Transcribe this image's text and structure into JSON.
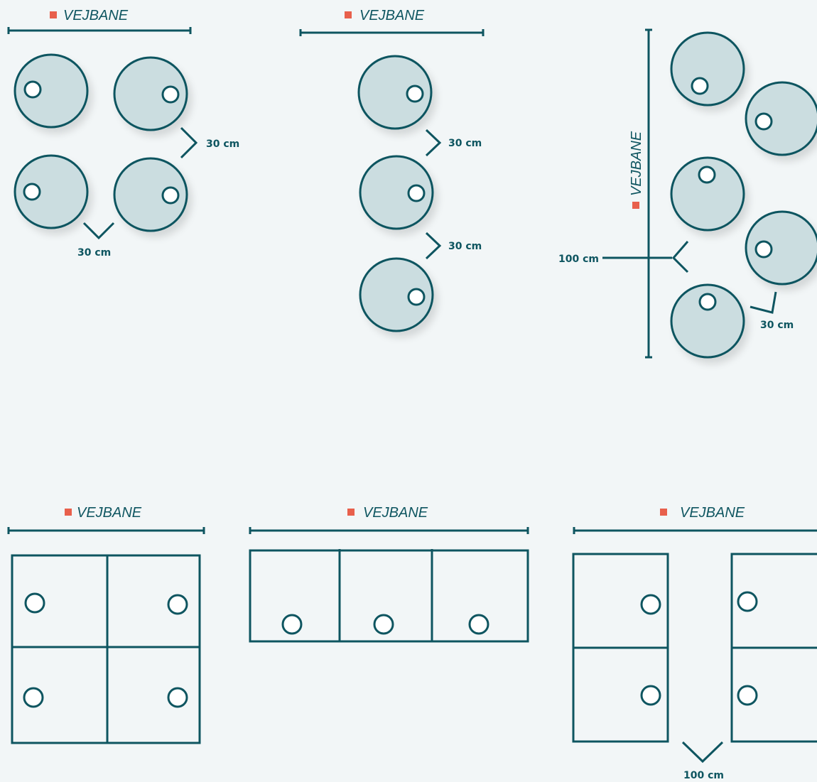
{
  "lane_label": "VEJBANE",
  "colors": {
    "primary": "#0e5560",
    "accent": "#e8604c",
    "pool_fill": "#cbdde0",
    "background": "#f2f6f7"
  },
  "measurements": {
    "d1_gap": "30 cm",
    "d1_gap_bottom": "30 cm",
    "d2_gap_top": "30 cm",
    "d2_gap_bottom": "30 cm",
    "d3_road": "100 cm",
    "d3_gap": "30 cm",
    "d6_road": "100 cm"
  }
}
